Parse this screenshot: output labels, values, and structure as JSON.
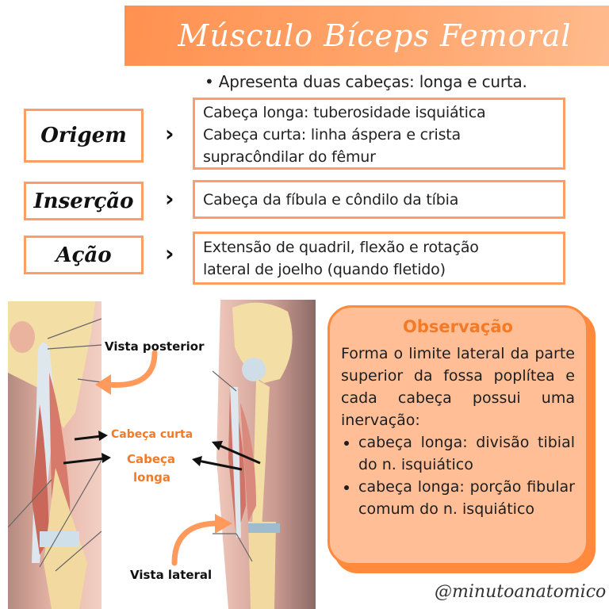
{
  "header": {
    "title": "Músculo Bíceps Femoral"
  },
  "intro": {
    "bullet": "•",
    "text": "Apresenta duas cabeças: longa e curta."
  },
  "sections": [
    {
      "label": "Origem",
      "chevron": "›",
      "lines": [
        "Cabeça longa: tuberosidade isquiática",
        "Cabeça curta: linha áspera e crista",
        "supracôndilar do fêmur"
      ]
    },
    {
      "label": "Inserção",
      "chevron": "›",
      "lines": [
        "Cabeça da fíbula e côndilo da tíbia"
      ]
    },
    {
      "label": "Ação",
      "chevron": "›",
      "lines": [
        "Extensão de quadril, flexão e rotação",
        "lateral de joelho (quando fletido)"
      ]
    }
  ],
  "illustration": {
    "posterior_label": "Vista posterior",
    "lateral_label": "Vista lateral",
    "short_head_label": "Cabeça curta",
    "long_head_label_line1": "Cabeça",
    "long_head_label_line2": "longa"
  },
  "observation": {
    "title": "Observação",
    "text": "Forma o limite lateral da parte superior da fossa poplítea e cada cabeça possui uma inervação:",
    "items": [
      "cabeça longa:  divisão tibial do n. isquiático",
      "cabeça longa: porção fibular comum do n. isquiático"
    ]
  },
  "watermark": "@minutoanatomico",
  "colors": {
    "accent": "#ff9e64",
    "banner_start": "#ff9150",
    "banner_end": "#ffbb8e",
    "observation_fill": "#ffbe96",
    "observation_border": "#ff8a3d",
    "annotation_orange": "#f37a26"
  }
}
